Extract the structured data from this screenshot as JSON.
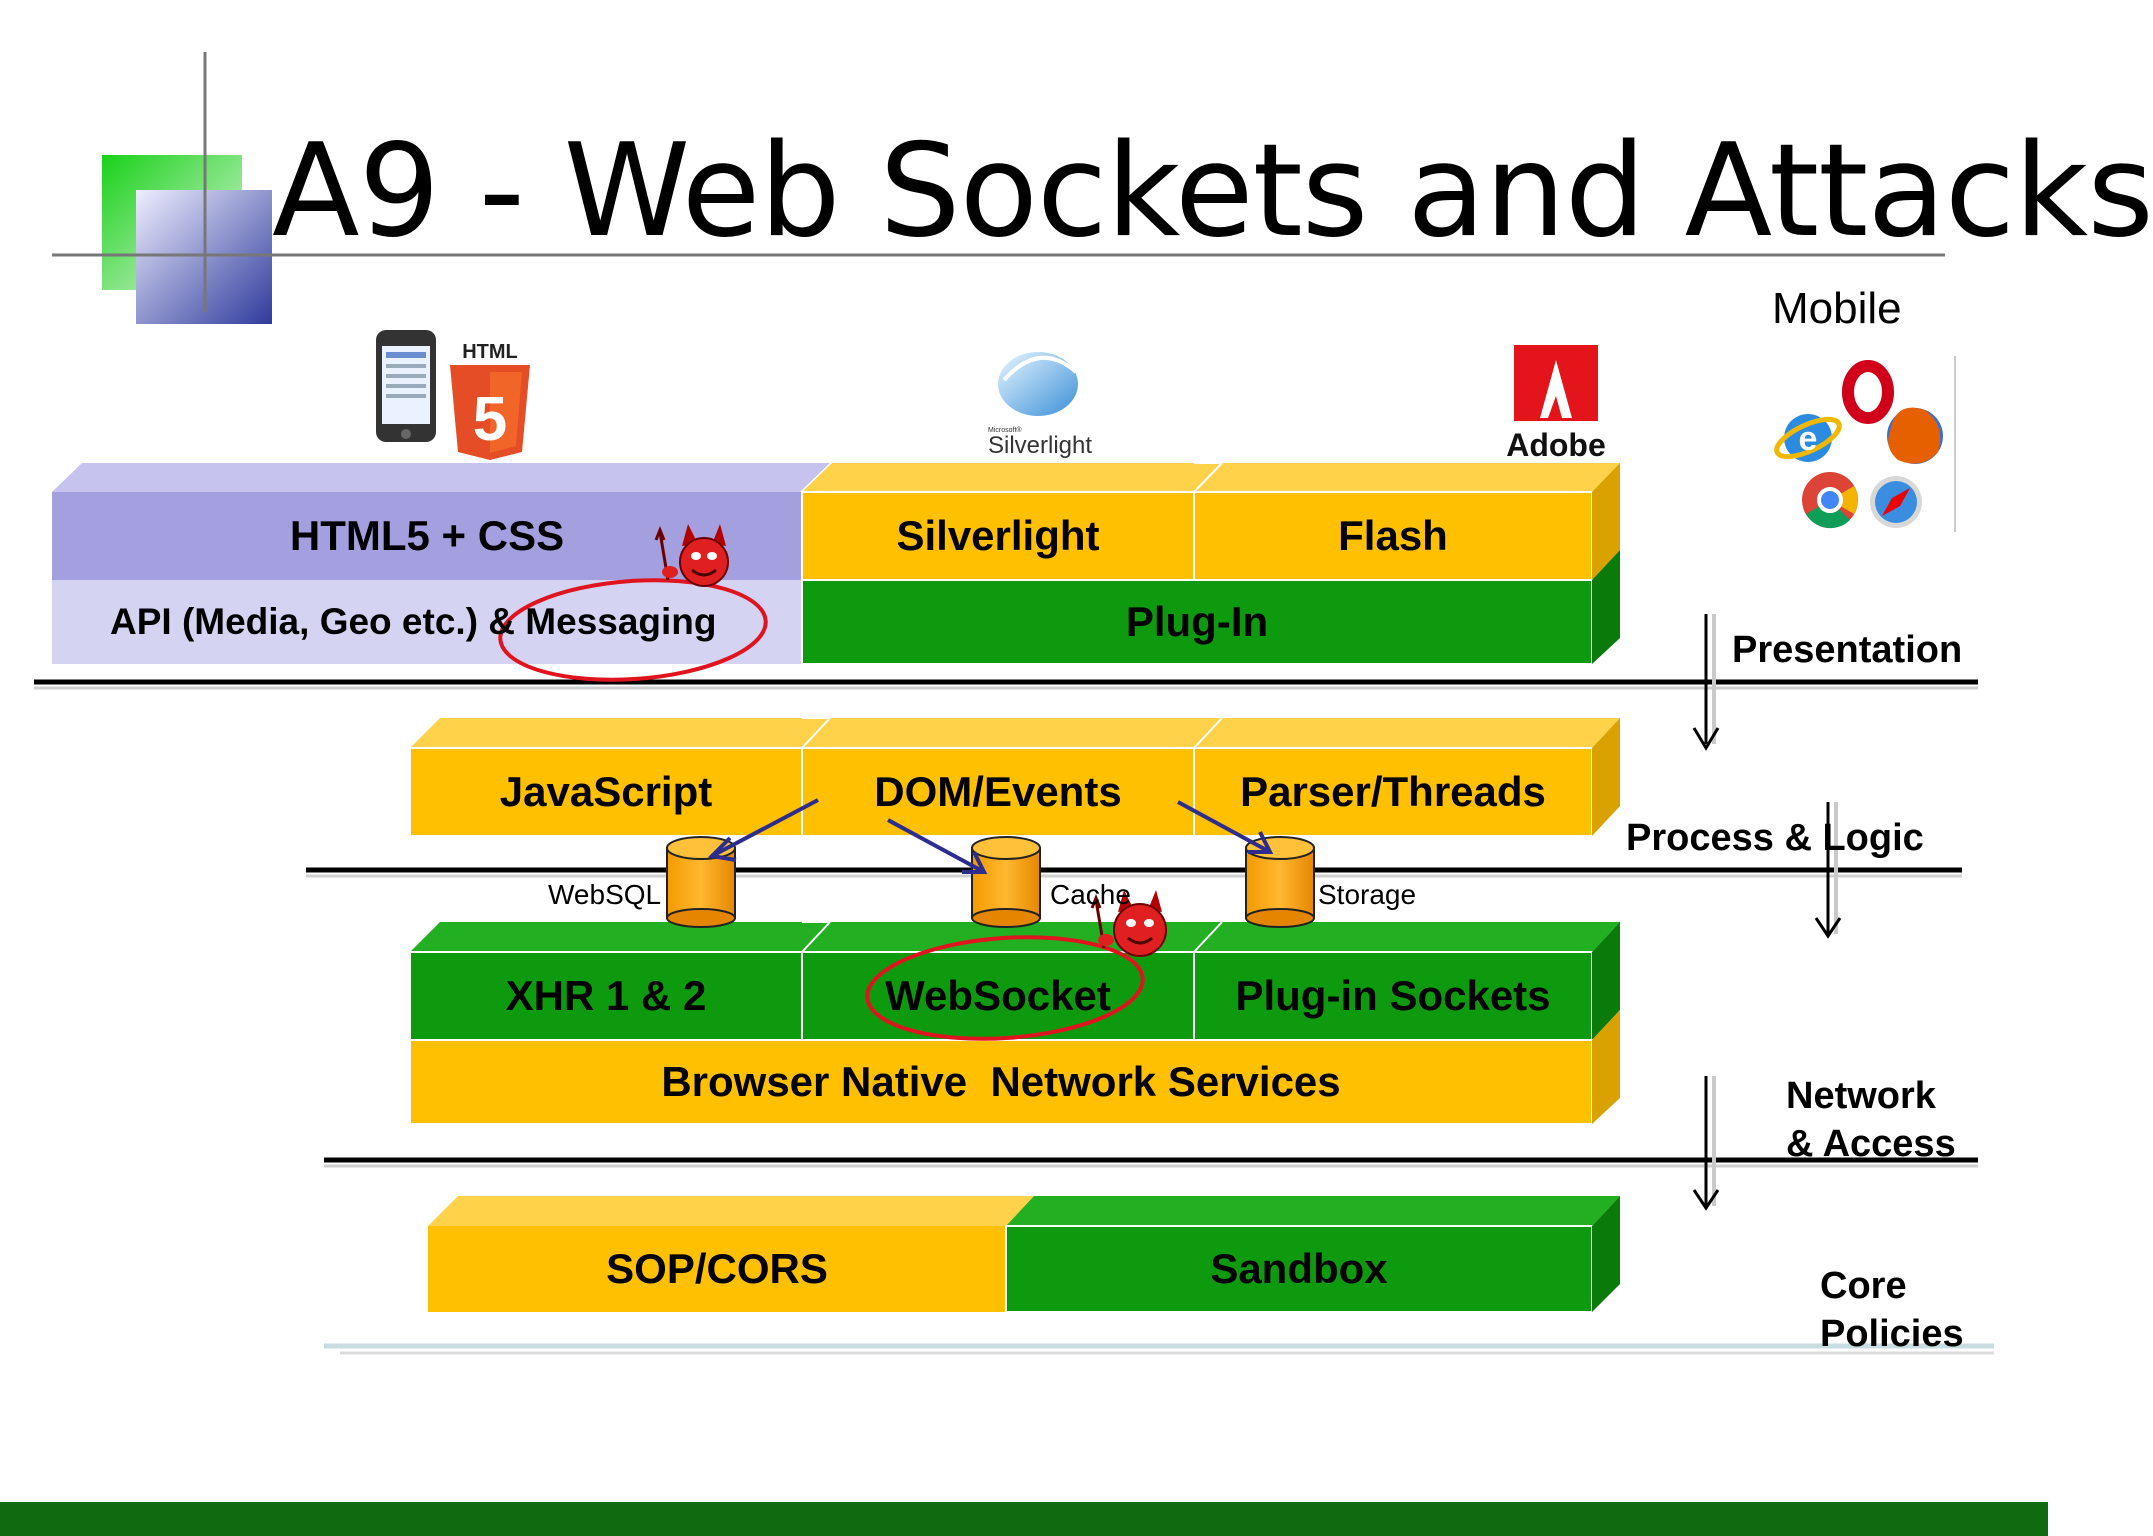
{
  "slide": {
    "title": "A9 - Web Sockets and Attacks"
  },
  "logos": {
    "html5_text": "HTML",
    "html5_digit": "5",
    "silverlight_small": "Microsoft®",
    "silverlight": "Silverlight",
    "adobe": "Adobe",
    "mobile": "Mobile"
  },
  "blocks": {
    "html5_css": "HTML5 + CSS",
    "api_messaging": "API (Media, Geo etc.) & Messaging",
    "silverlight": "Silverlight",
    "flash": "Flash",
    "plugin": "Plug-In",
    "javascript": "JavaScript",
    "dom_events": "DOM/Events",
    "parser_threads": "Parser/Threads",
    "xhr": "XHR 1 & 2",
    "websocket": "WebSocket",
    "plugin_sockets": "Plug-in Sockets",
    "browser_native": "Browser Native  Network Services",
    "sop_cors": "SOP/CORS",
    "sandbox": "Sandbox"
  },
  "storage": {
    "websql": "WebSQL",
    "cache": "Cache",
    "storage": "Storage"
  },
  "layers": {
    "presentation": "Presentation",
    "process_logic": "Process & Logic",
    "network_line1": "Network",
    "network_line2": "& Access",
    "core_line1": "Core",
    "core_line2": "Policies"
  },
  "colors": {
    "orange": "#FEC000",
    "green": "#0E9A0E",
    "purple": "#A4A0E0",
    "lavender": "#D4D4F2",
    "attack_circle": "#E0141E",
    "bottom_bar": "#106A10"
  }
}
